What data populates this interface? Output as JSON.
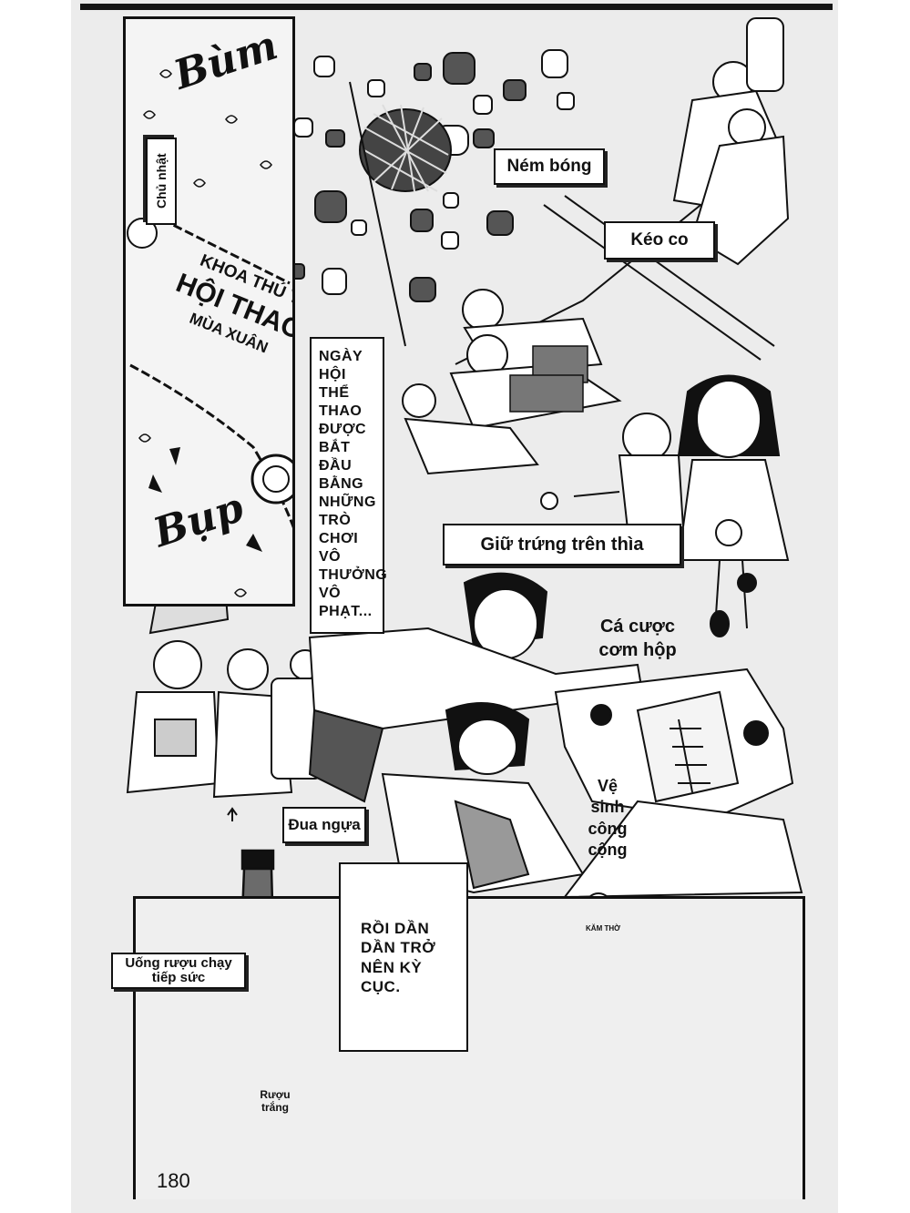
{
  "title_sign": {
    "line1": "KHOA THÚ Y",
    "line2": "HỘI THAO",
    "line3": "MÙA XUÂN"
  },
  "sfx": {
    "top": "Bùm",
    "bottom": "Bụp"
  },
  "labels": {
    "sunday": "Chủ nhật",
    "ball_throw": "Ném bóng",
    "tug_of_war": "Kéo co",
    "egg_spoon": "Giữ trứng trên thìa",
    "bet": "Cá cược cơm hộp",
    "horse_race": "Đua ngựa",
    "toilet": "Vệ sinh công cộng",
    "relay": "Uống rượu chạy tiếp sức",
    "bottle": "Rượu trắng",
    "shirt": "KĂM THỜ"
  },
  "narration": {
    "box1": "NGÀY HỘI THỂ THAO ĐƯỢC BẮT ĐẦU BẰNG NHỮNG TRÒ CHƠI VÔ THƯỞNG VÔ PHẠT...",
    "box2": "RỒI DẦN DẦN TRỞ NÊN KỲ CỤC."
  },
  "page_number": "180",
  "colors": {
    "ink": "#111111",
    "paper": "#ececec",
    "tone": "#8a8a8a"
  }
}
